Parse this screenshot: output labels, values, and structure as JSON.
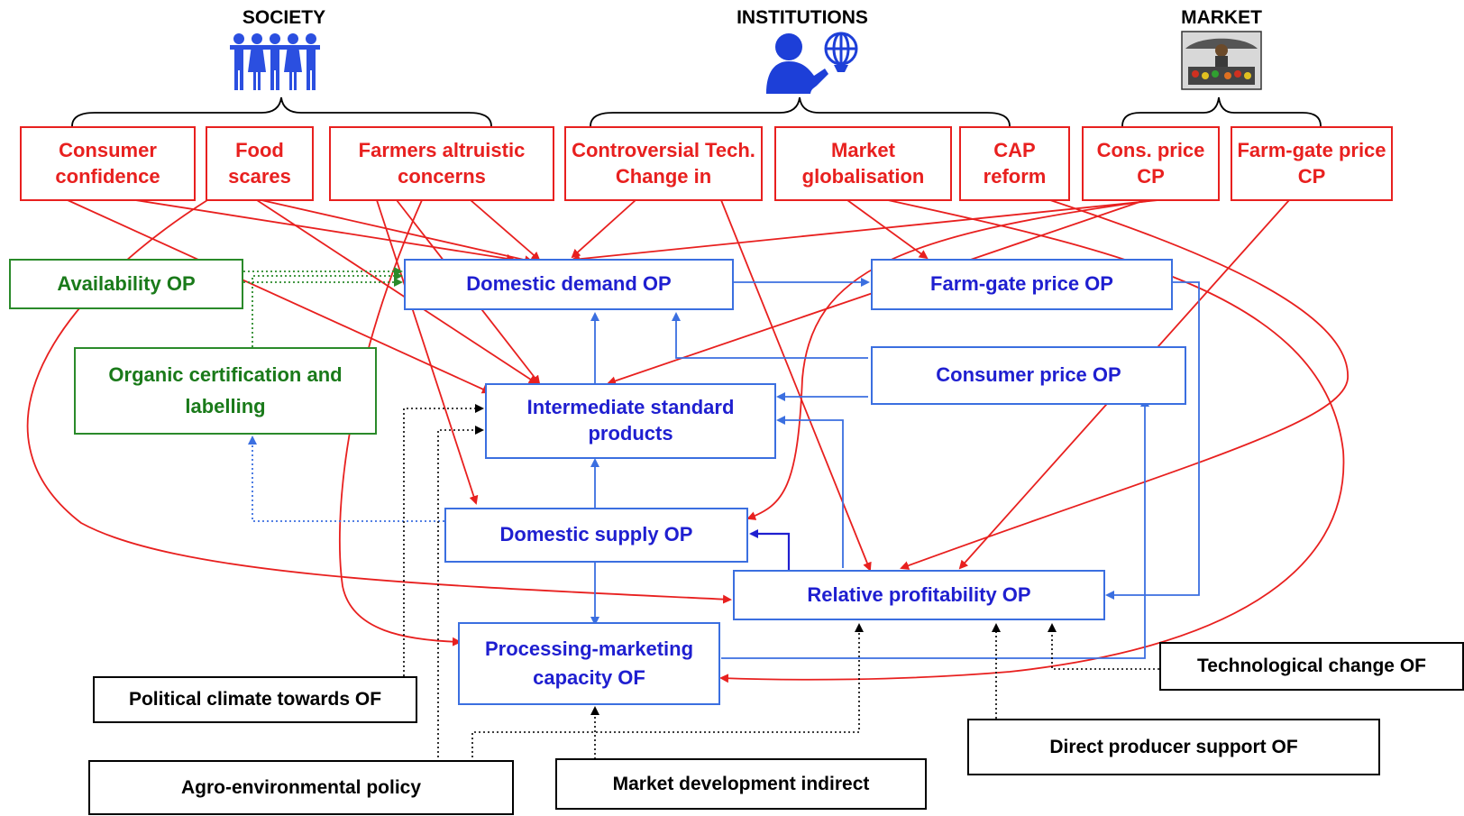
{
  "groups": {
    "society": "SOCIETY",
    "institutions": "INSTITUTIONS",
    "market": "MARKET"
  },
  "top_factors": {
    "consumer_confidence": "Consumer confidence",
    "food_scares": "Food scares",
    "farmers_altruistic": "Farmers altruistic concerns",
    "controversial_tech": "Controversial Tech. Change in",
    "market_globalisation": "Market globalisation",
    "cap_reform": "CAP reform",
    "cons_price_cp": "Cons. price CP",
    "farm_gate_price_cp": "Farm-gate price CP"
  },
  "op_nodes": {
    "availability": "Availability OP",
    "organic_certification": "Organic certification and labelling",
    "domestic_demand": "Domestic demand OP",
    "farm_gate_price": "Farm-gate price OP",
    "consumer_price": "Consumer price OP",
    "intermediate_standard": "Intermediate standard products",
    "domestic_supply": "Domestic supply OP",
    "relative_profitability": "Relative profitability OP",
    "processing_marketing": "Processing-marketing capacity OF"
  },
  "policy_nodes": {
    "political_climate": "Political climate towards OF",
    "agro_environmental": "Agro-environmental policy",
    "market_development": "Market development indirect",
    "direct_producer_support": "Direct producer support OF",
    "technological_change": "Technological change OF"
  },
  "colors": {
    "red": "#e8201f",
    "blue": "#3b6fe0",
    "blue_text": "#1f1fd0",
    "green": "#2a8a2a",
    "black": "#000000"
  },
  "icons": {
    "society": "people-group-icon",
    "institutions": "person-globe-icon",
    "market": "market-stall-icon"
  }
}
